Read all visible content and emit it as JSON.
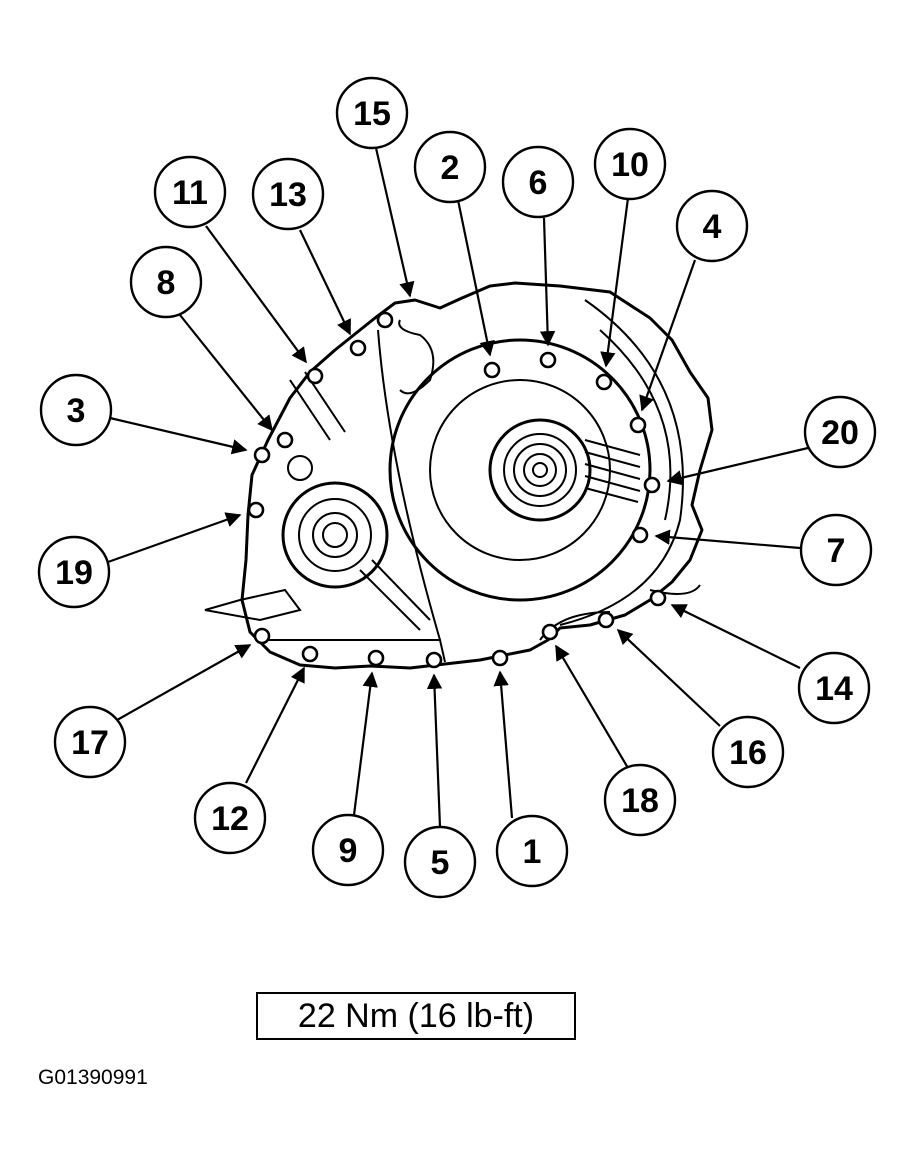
{
  "callouts": [
    "1",
    "2",
    "3",
    "4",
    "5",
    "6",
    "7",
    "8",
    "9",
    "10",
    "11",
    "12",
    "13",
    "14",
    "15",
    "16",
    "17",
    "18",
    "19",
    "20"
  ],
  "torque_spec": "22 Nm (16 lb-ft)",
  "figure_id": "G01390991"
}
